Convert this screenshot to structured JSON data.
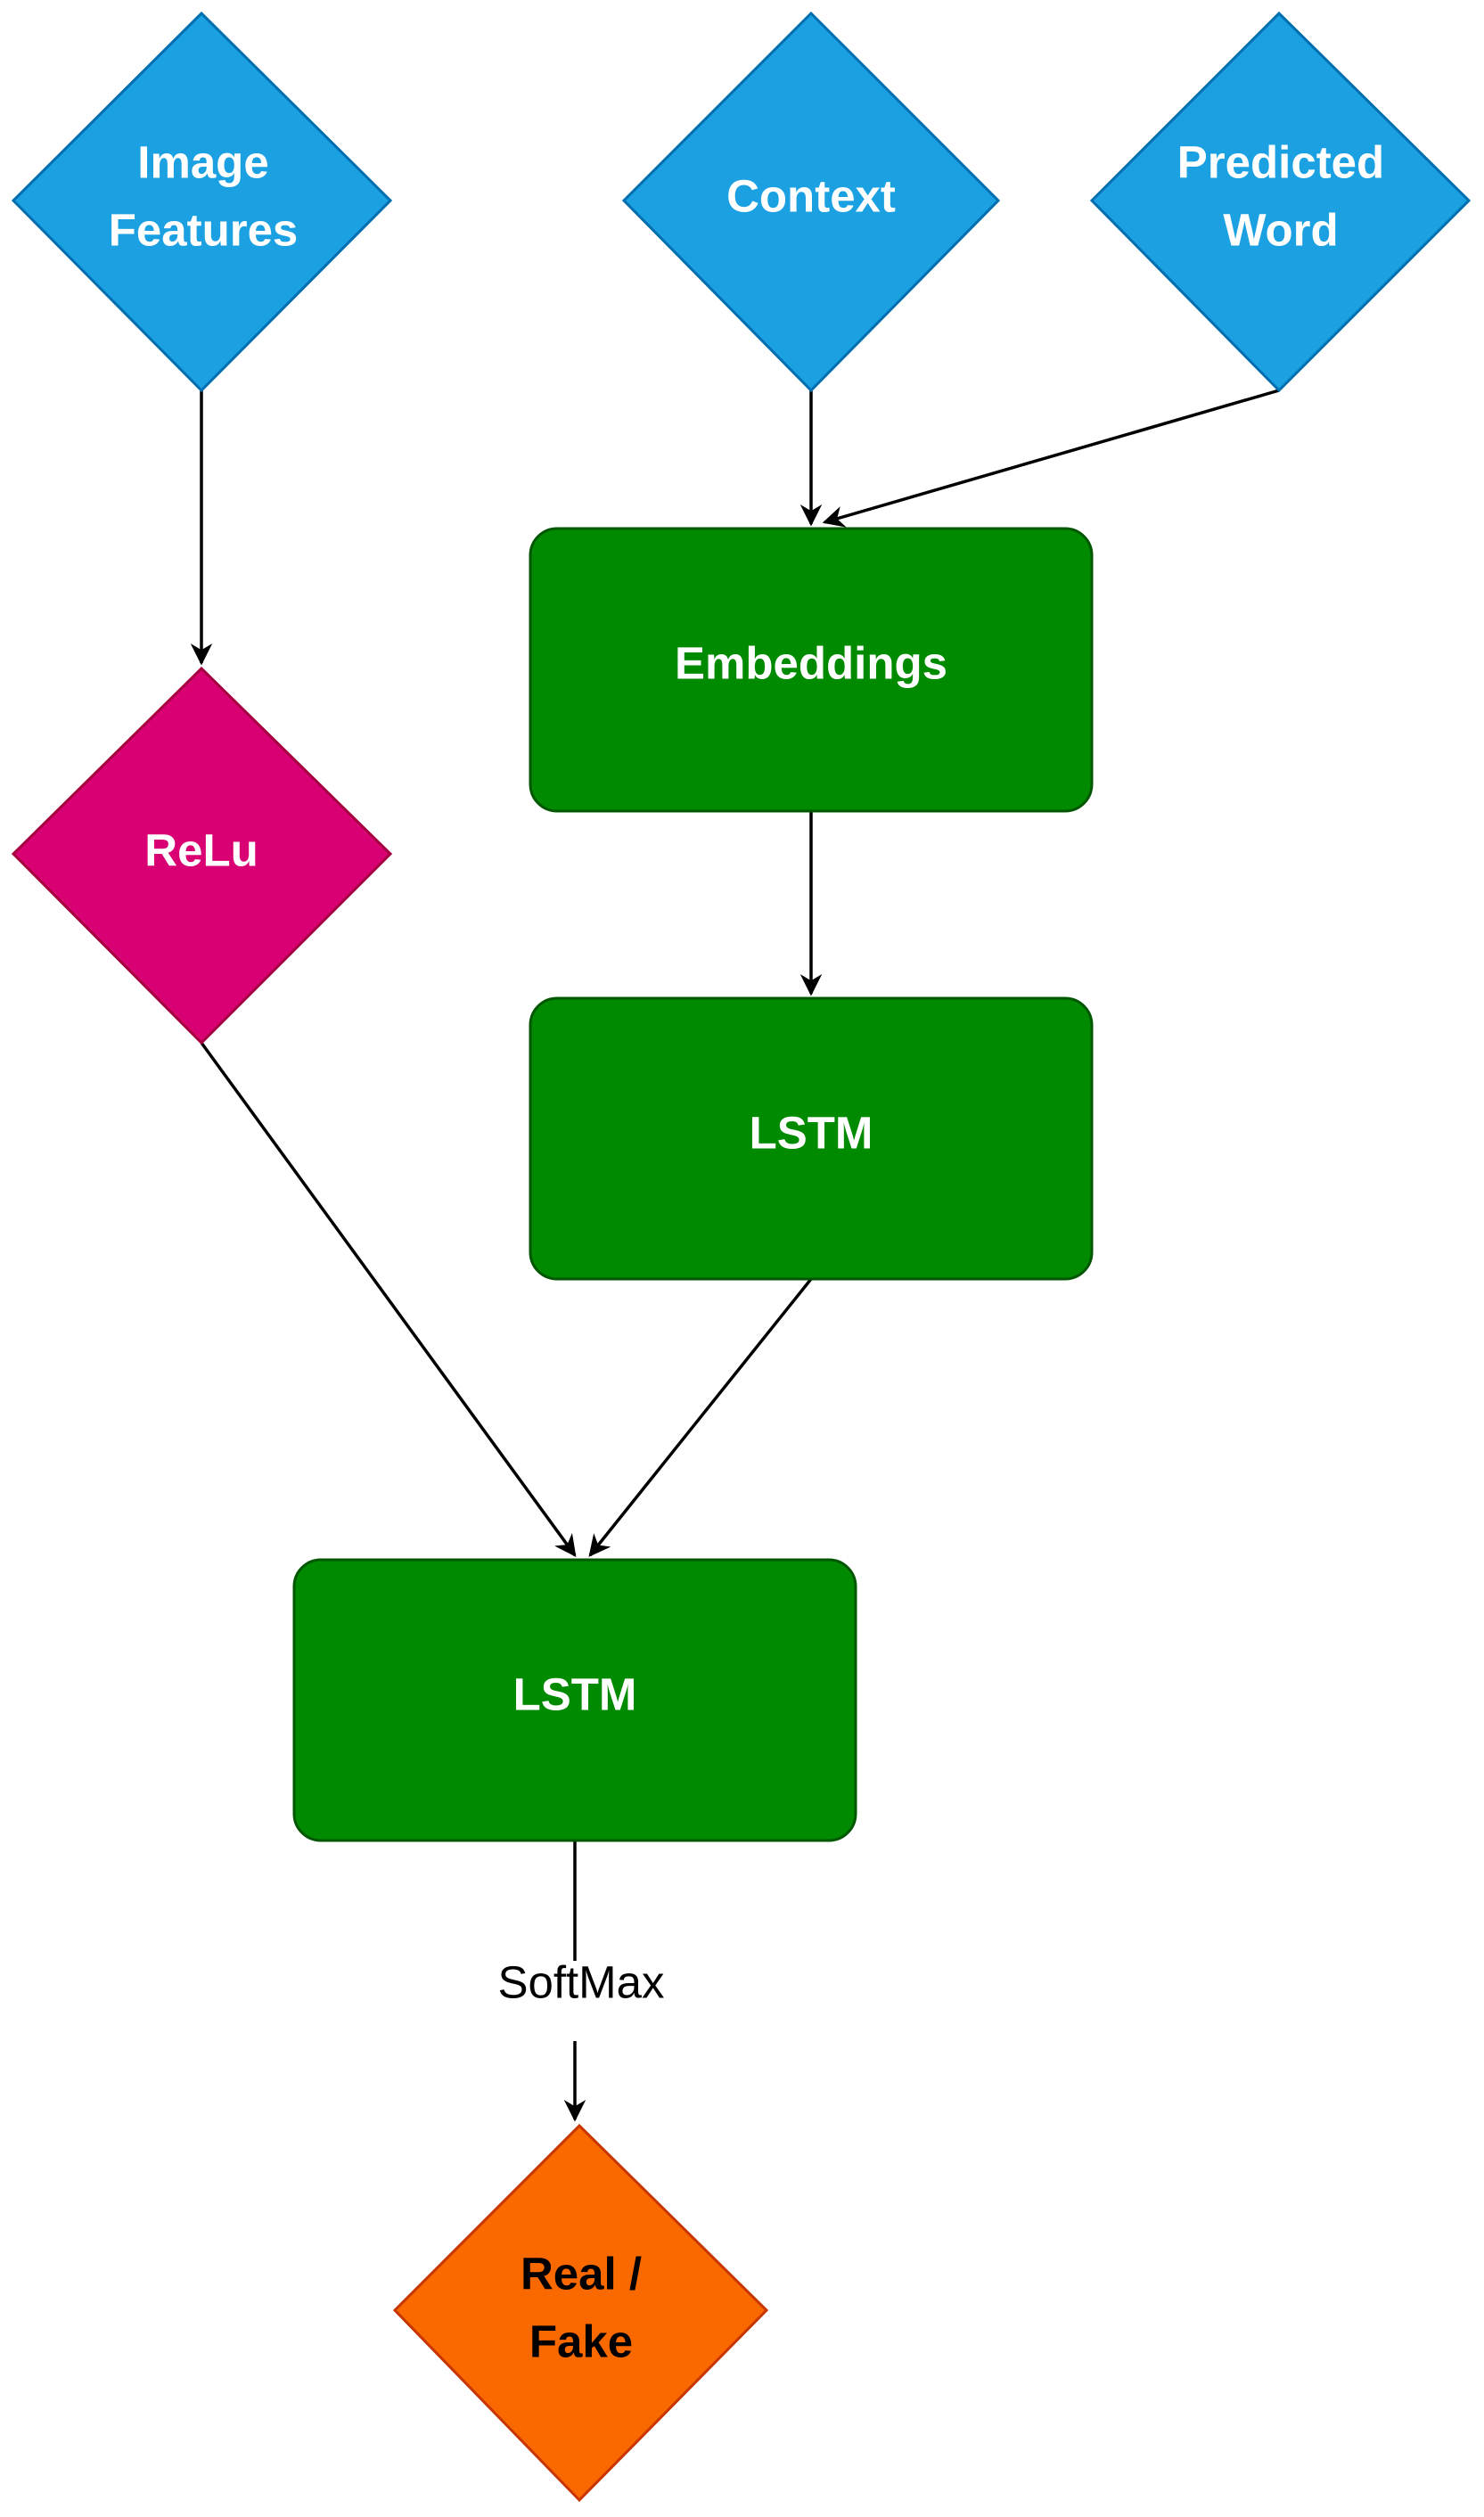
{
  "colors": {
    "input_fill": "#1ba1e2",
    "input_stroke": "#006eaf",
    "activation_fill": "#d80073",
    "activation_stroke": "#a50040",
    "layer_fill": "#008a00",
    "layer_stroke": "#005700",
    "output_fill": "#fa6800",
    "output_stroke": "#c73500",
    "node_text_light": "#ffffff",
    "node_text_dark": "#000000"
  },
  "nodes": {
    "image_features": {
      "line1": "Image",
      "line2": "Features",
      "shape": "diamond",
      "icon": "none"
    },
    "context": {
      "label": "Context",
      "shape": "diamond"
    },
    "predicted_word": {
      "line1": "Predicted",
      "line2": "Word",
      "shape": "diamond"
    },
    "embeddings": {
      "label": "Embeddings",
      "shape": "rounded-rectangle"
    },
    "relu": {
      "label": "ReLu",
      "shape": "diamond"
    },
    "lstm_top": {
      "label": "LSTM",
      "shape": "rounded-rectangle"
    },
    "lstm_bottom": {
      "label": "LSTM",
      "shape": "rounded-rectangle"
    },
    "output": {
      "line1": "Real /",
      "line2": "Fake",
      "shape": "diamond"
    }
  },
  "edges": {
    "softmax_label": "SoftMax"
  }
}
